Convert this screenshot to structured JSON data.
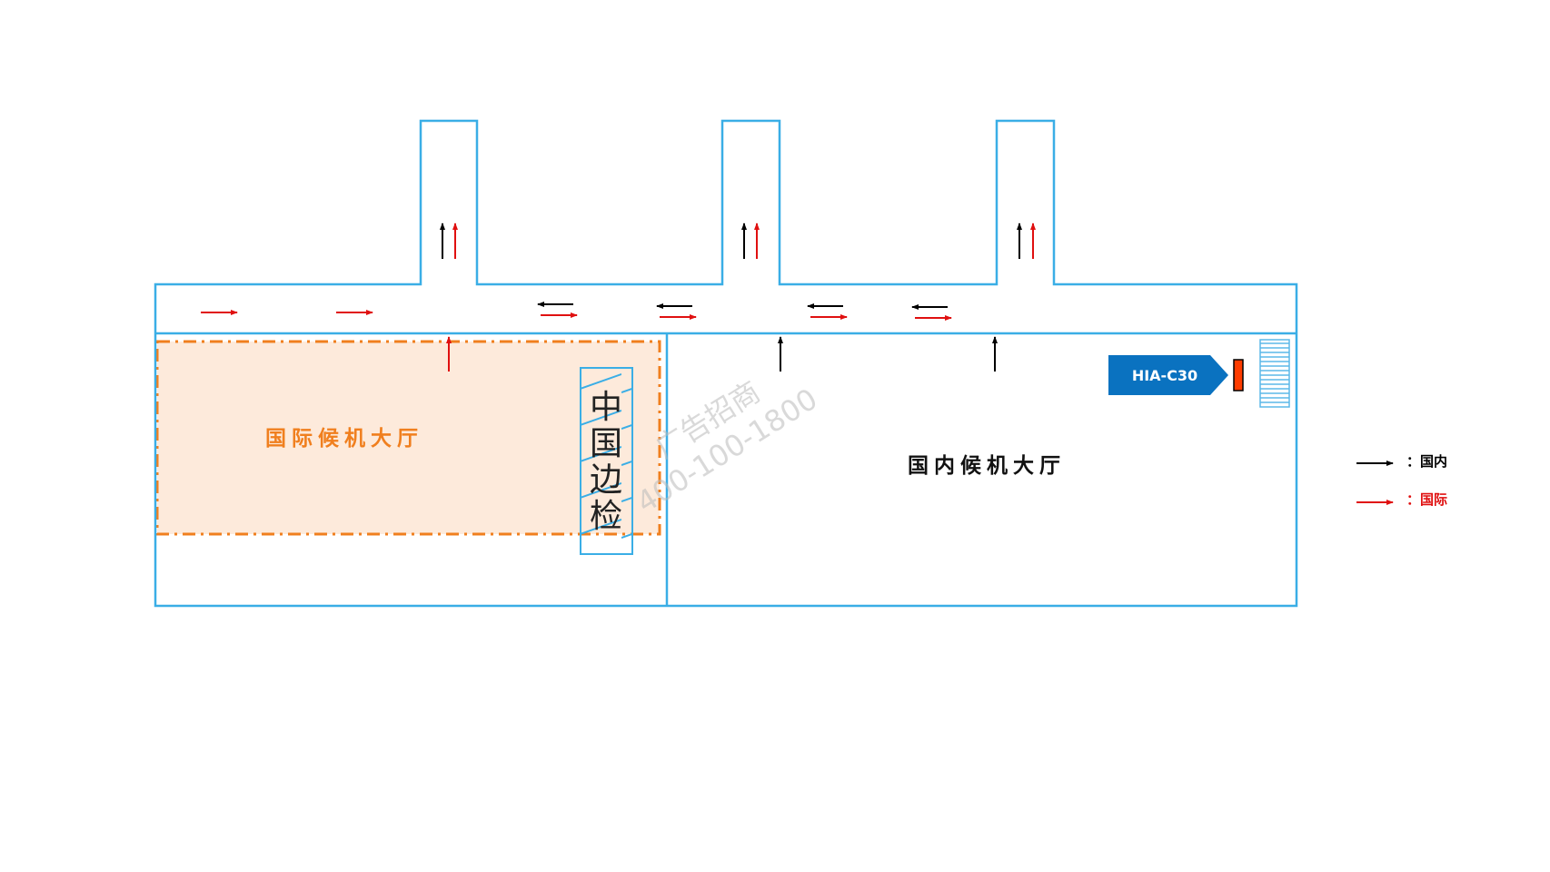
{
  "hall_international": {
    "label": "国际候机大厅",
    "color": "#f07f1e",
    "fill": "#fdeadb"
  },
  "hall_domestic": {
    "label": "国内候机大厅"
  },
  "border_check": {
    "chars": [
      "中",
      "国",
      "边",
      "检"
    ]
  },
  "location_marker": {
    "label": "HIA-C30",
    "color": "#0a72c0",
    "marker_color": "#ff3c00"
  },
  "watermark": {
    "line1": "广告招商",
    "line2": "400-100-1800"
  },
  "legend": {
    "domestic": {
      "label": "：国内",
      "color": "#000000"
    },
    "international": {
      "label": "：国际",
      "color": "#e01010"
    }
  },
  "colors": {
    "wall": "#3aaee6",
    "domestic_arrow": "#000000",
    "international_arrow": "#e01010"
  }
}
